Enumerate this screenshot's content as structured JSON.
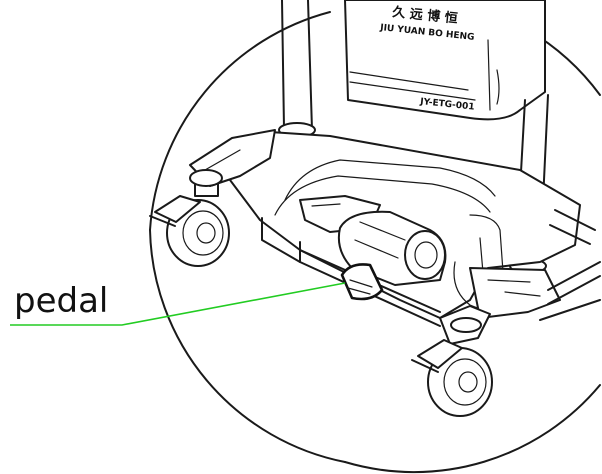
{
  "callout": {
    "label": "pedal",
    "leader_color": "#22cc22"
  },
  "device_brand": {
    "chinese": "久 远 博 恒",
    "pinyin": "JIU  YUAN  BO  HENG",
    "model": "JY-ETG-001"
  },
  "colors": {
    "line_ink": "#1a1a1a",
    "background": "#ffffff"
  }
}
